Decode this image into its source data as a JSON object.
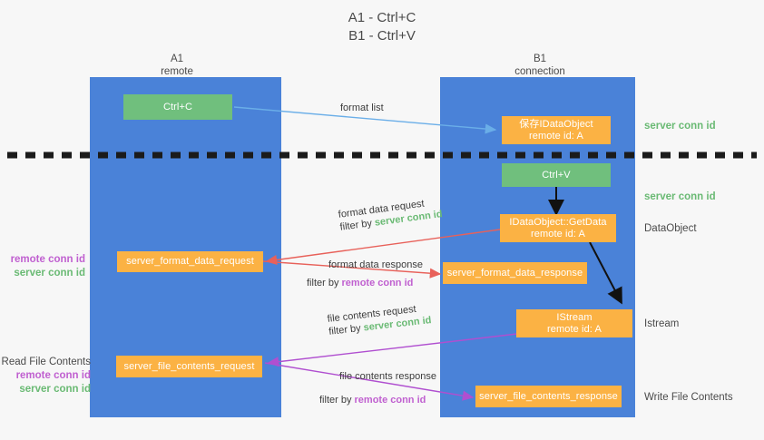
{
  "title": "A1 - Ctrl+C\nB1 - Ctrl+V",
  "columns": {
    "left": {
      "name": "A1",
      "subtitle": "remote",
      "label": "A1\nremote"
    },
    "right": {
      "name": "B1",
      "subtitle": "connection",
      "label": "B1\nconnection"
    }
  },
  "colors": {
    "lane": "#4a82d8",
    "green_box": "#70bf7d",
    "orange_box": "#fbb244",
    "server_conn_id": "#6aba74",
    "remote_conn_id": "#c060d0",
    "arrow_blue": "#6aaee8",
    "arrow_red": "#e8615a",
    "arrow_purple": "#b04fd0",
    "arrow_black": "#111111",
    "divider": "#1b1b1b",
    "background": "#f7f7f7",
    "text": "#4a4a4a"
  },
  "nodes": {
    "ctrl_c": {
      "line1": "Ctrl+C",
      "line2": "",
      "color": "green"
    },
    "save_idataobject": {
      "line1": "保存IDataObject",
      "line2": "remote id: A",
      "color": "orange"
    },
    "ctrl_v": {
      "line1": "Ctrl+V",
      "line2": "",
      "color": "green"
    },
    "getdata": {
      "line1": "IDataObject::GetData",
      "line2": "remote id: A",
      "color": "orange"
    },
    "server_format_data_request": {
      "line1": "server_format_data_request",
      "line2": "",
      "color": "orange"
    },
    "server_format_data_response": {
      "line1": "server_format_data_response",
      "line2": "",
      "color": "orange"
    },
    "istream": {
      "line1": "IStream",
      "line2": "remote id: A",
      "color": "orange"
    },
    "server_file_contents_request": {
      "line1": "server_file_contents_request",
      "line2": "",
      "color": "orange"
    },
    "server_file_contents_response": {
      "line1": "server_file_contents_response",
      "line2": "",
      "color": "orange"
    }
  },
  "edge_labels": {
    "format_list": "format list",
    "format_data_request": "format data request",
    "format_data_request_filter_prefix": "filter by ",
    "format_data_request_filter_value": "server conn id",
    "format_data_response": "format data response",
    "format_data_response_filter_prefix": "filter by ",
    "format_data_response_filter_value": "remote conn id",
    "file_contents_request": "file contents request",
    "file_contents_request_filter_prefix": "filter by ",
    "file_contents_request_filter_value": "server conn id",
    "file_contents_response": "file contents response",
    "file_contents_response_filter_prefix": "filter by ",
    "file_contents_response_filter_value": "remote conn id"
  },
  "annotations": {
    "right_server_conn_id_1": "server conn id",
    "right_server_conn_id_2": "server conn id",
    "right_dataobject": "DataObject",
    "right_istream": "Istream",
    "right_write_file_contents": "Write File Contents",
    "left_remote_conn_id_1": "remote conn id",
    "left_server_conn_id_1": "server conn id",
    "left_read_file_contents": "Read File Contents",
    "left_remote_conn_id_2": "remote conn id",
    "left_server_conn_id_2": "server conn id"
  }
}
